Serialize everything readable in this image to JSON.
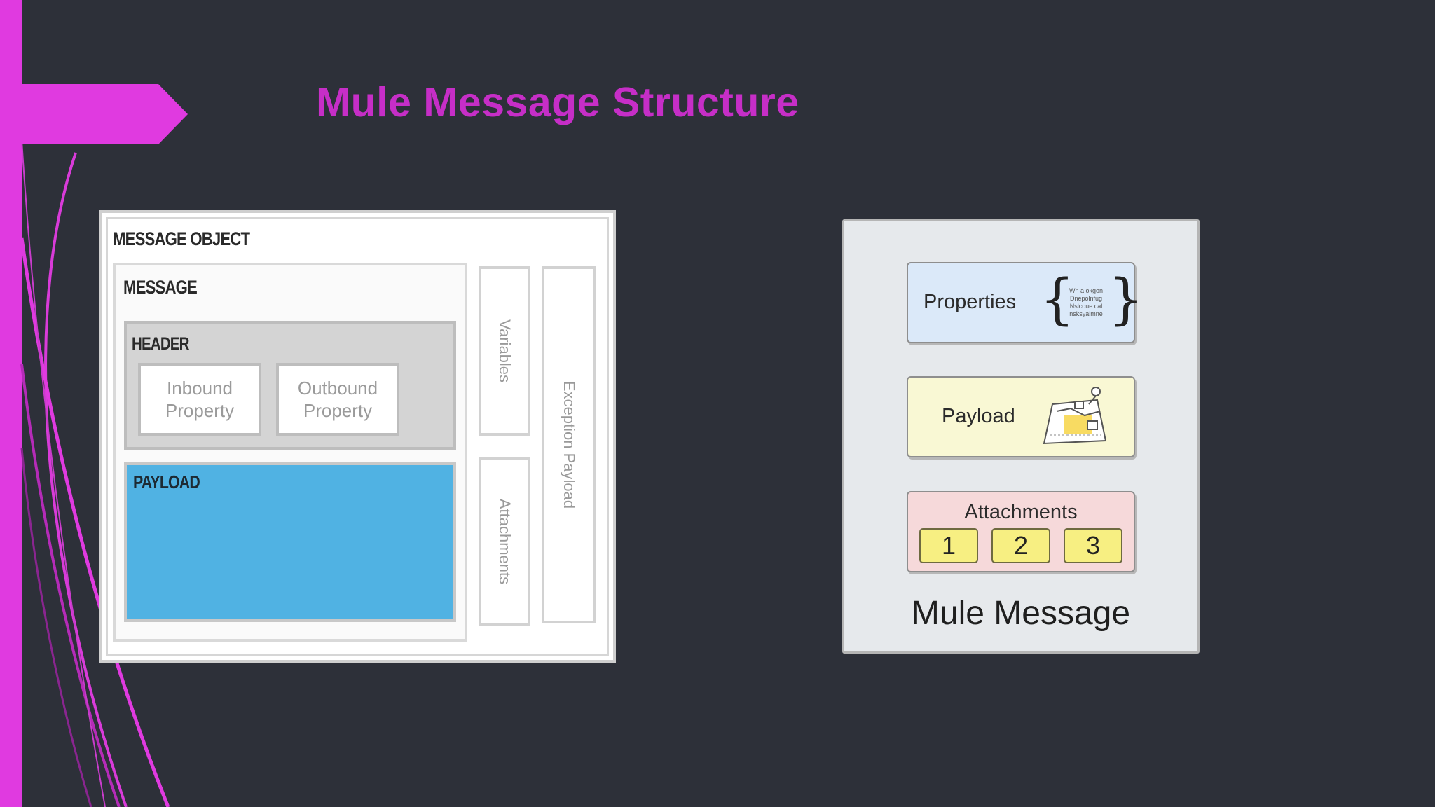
{
  "slide": {
    "title": "Mule Message Structure",
    "colors": {
      "background": "#2d3039",
      "accent": "#e03ae0",
      "title": "#c62ec7",
      "payload": "#50b2e3"
    }
  },
  "left_diagram": {
    "message_object_label": "MESSAGE OBJECT",
    "message_label": "MESSAGE",
    "header_label": "HEADER",
    "inbound_property": "Inbound\nProperty",
    "outbound_property": "Outbound\nProperty",
    "payload_label": "PAYLOAD",
    "variables_label": "Variables",
    "attachments_label": "Attachments",
    "exception_payload_label": "Exception Payload"
  },
  "right_diagram": {
    "properties_label": "Properties",
    "properties_detail": "Wn a okgon Dnepolnfug Nslcoue cal nsksyalmne",
    "payload_label": "Payload",
    "attachments_label": "Attachments",
    "attachment_numbers": [
      "1",
      "2",
      "3"
    ],
    "caption": "Mule Message",
    "icons": {
      "payload": "map-icon"
    }
  }
}
